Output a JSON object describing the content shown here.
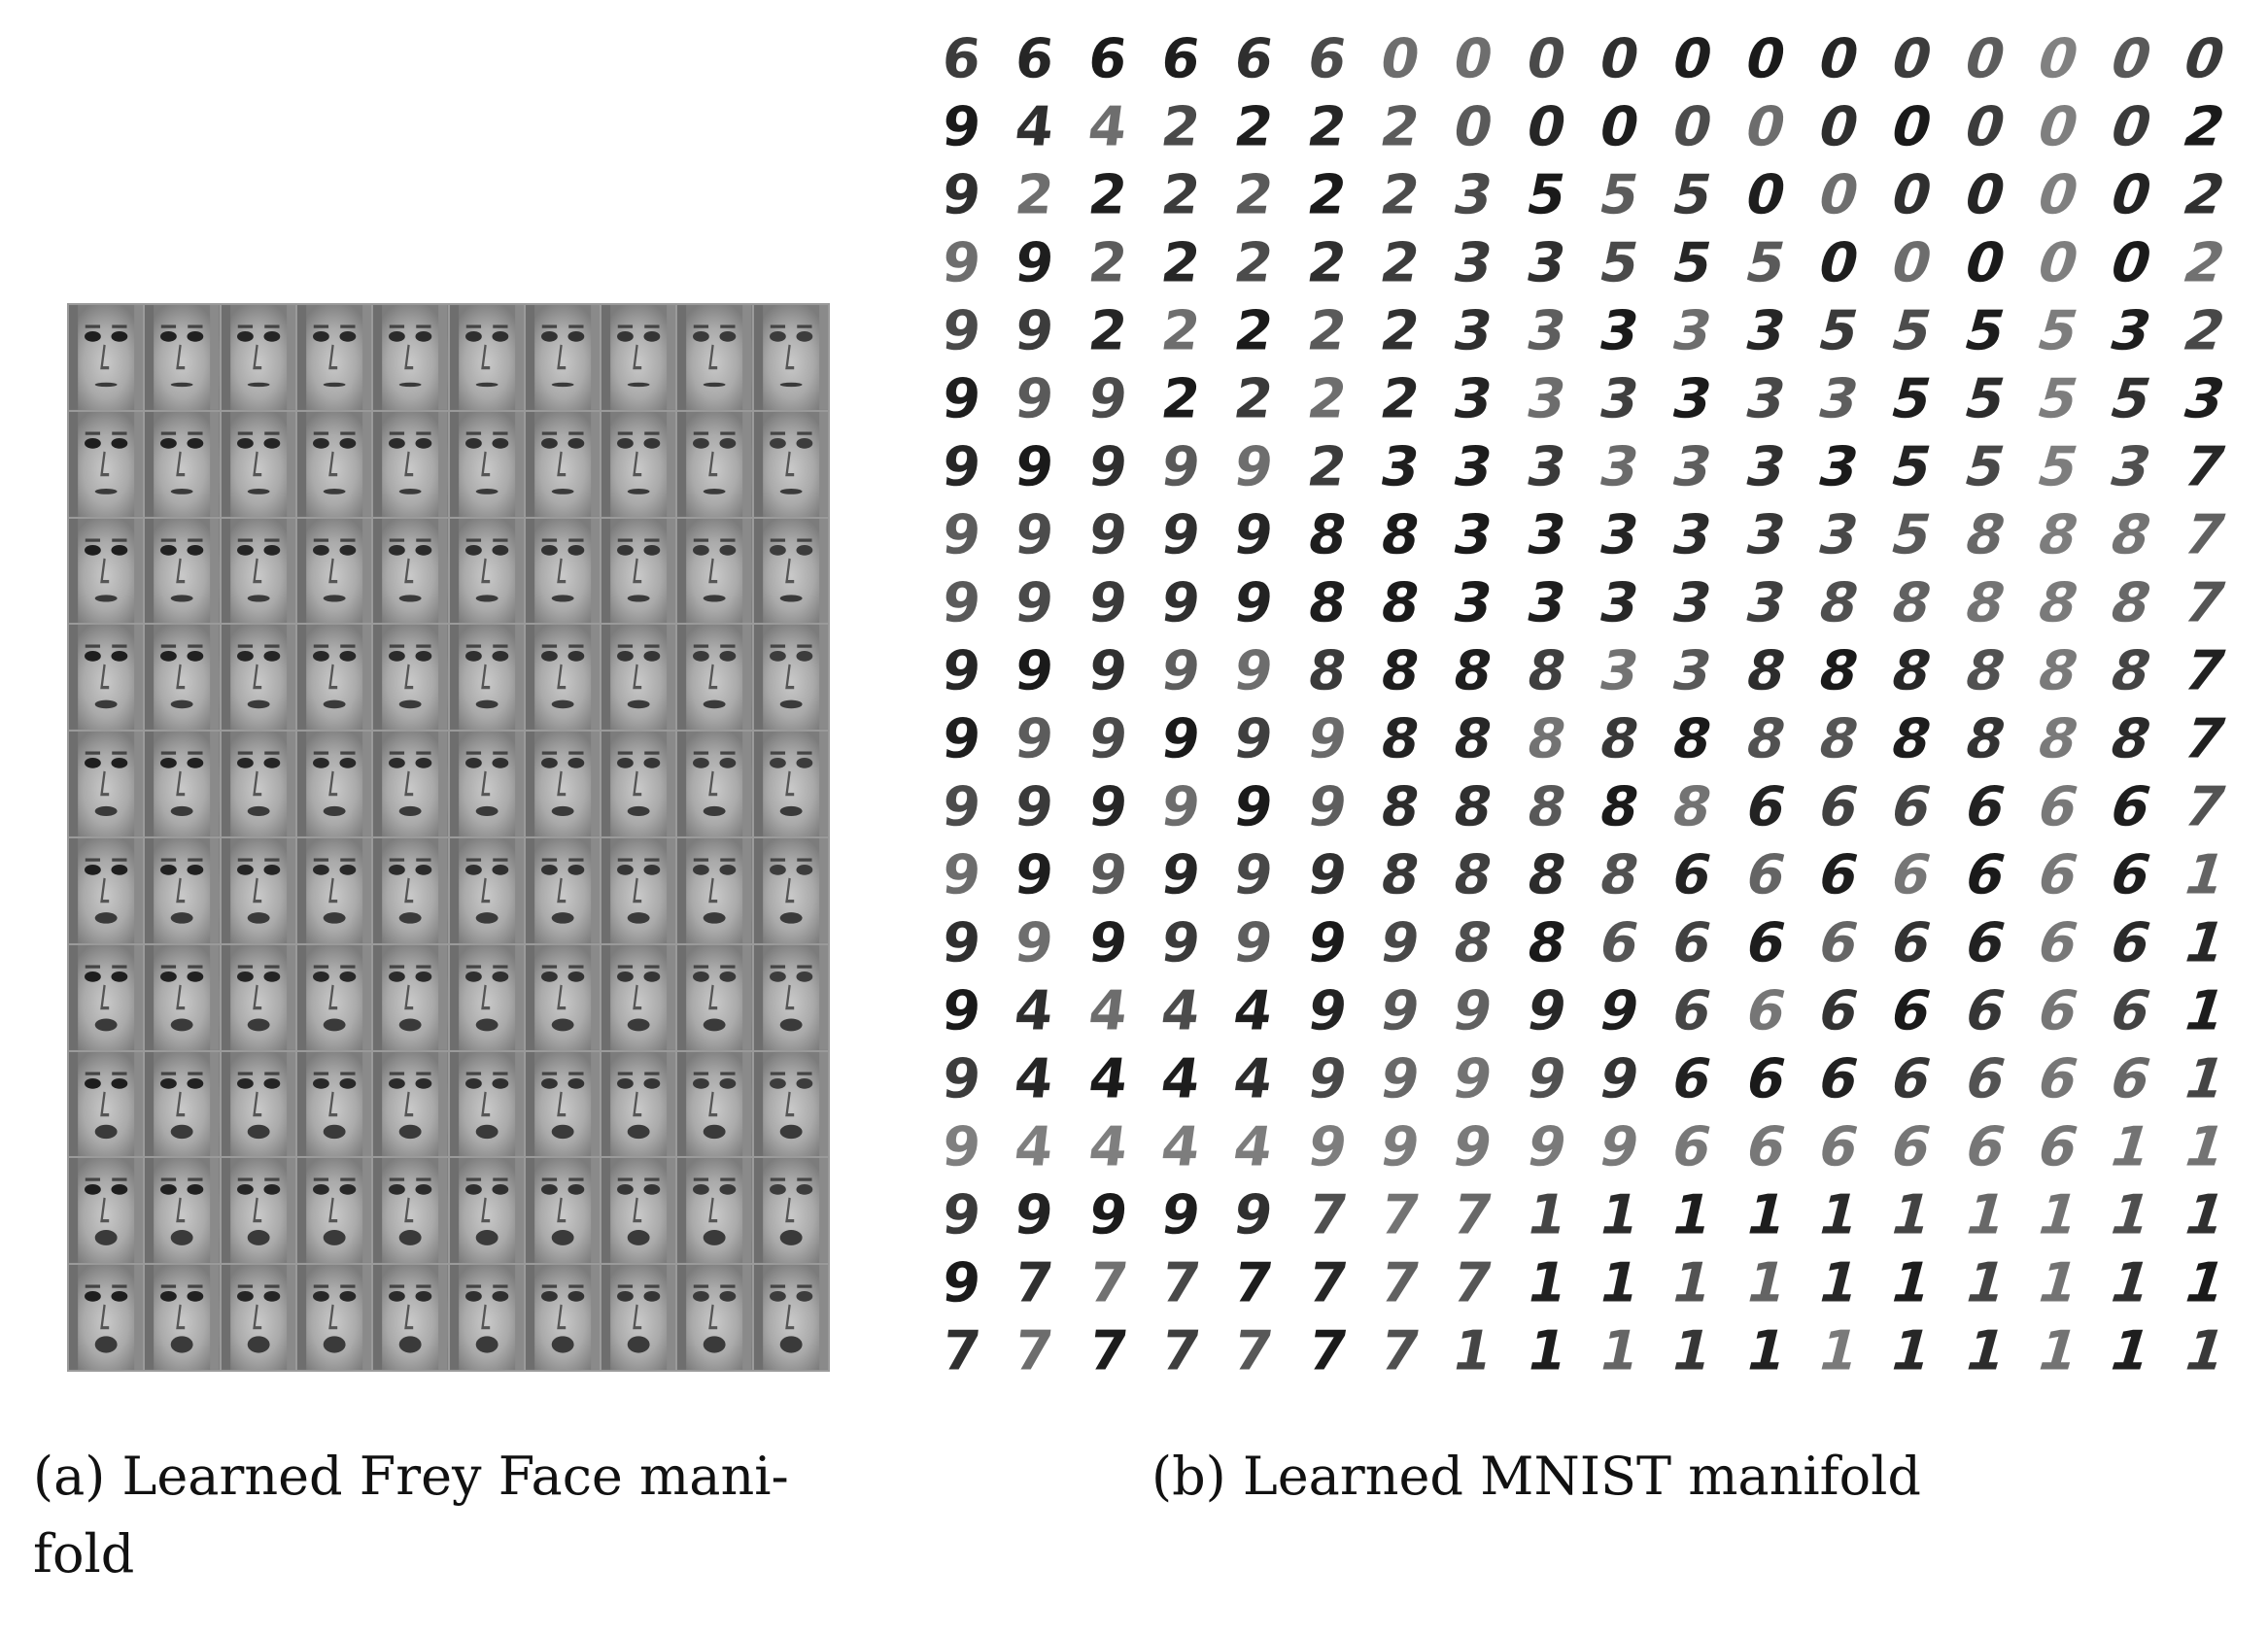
{
  "figure": {
    "panel_a": {
      "caption_line1": "(a) Learned Frey Face mani-",
      "caption_line2": "fold",
      "grid_rows": 10,
      "grid_cols": 10
    },
    "panel_b": {
      "caption": "(b) Learned MNIST manifold",
      "digit_rows": [
        "666666000000000000",
        "944222200000000002",
        "922222235550000002",
        "992222233555000002",
        "992222233333555532",
        "999222233333355553",
        "999992333333355537",
        "999998833333358887",
        "999998833333888887",
        "999998888338888887",
        "999999888888888887",
        "999999888886666667",
        "999999888866666661",
        "999999988666666661",
        "944449999966666661",
        "944449999966666661",
        "944449999966666611",
        "999997771111111111",
        "977777771111111111",
        "777777711111111111"
      ]
    }
  }
}
